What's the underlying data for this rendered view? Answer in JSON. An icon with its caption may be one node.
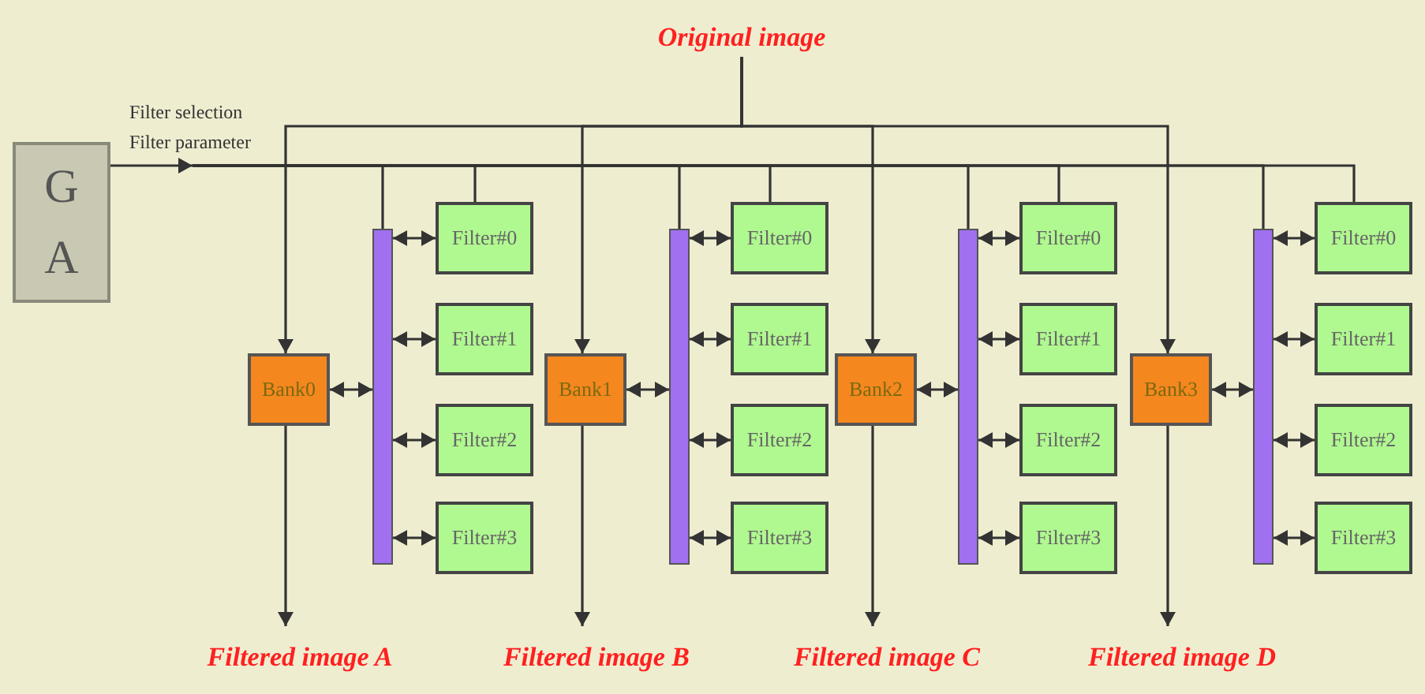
{
  "diagram": {
    "nodes": [
      {
        "text": [
          "Original image"
        ]
      },
      {
        "text": [
          "G A"
        ]
      },
      {
        "text": [
          "Bank0"
        ]
      },
      {
        "text": [],
        "shape": "bar"
      },
      {
        "text": [
          "Filter#0"
        ]
      },
      {
        "text": [
          "Filter#1"
        ]
      },
      {
        "text": [
          "Filter#2"
        ]
      },
      {
        "text": [
          "Filter#3"
        ]
      },
      {
        "text": [
          "Filtered image A"
        ]
      },
      {
        "text": [
          "Bank1"
        ]
      },
      {
        "text": [],
        "shape": "bar"
      },
      {
        "text": [
          "Filter#0"
        ]
      },
      {
        "text": [
          "Filter#1"
        ]
      },
      {
        "text": [
          "Filter#2"
        ]
      },
      {
        "text": [
          "Filter#3"
        ]
      },
      {
        "text": [
          "Filtered image B"
        ]
      },
      {
        "text": [
          "Bank2"
        ]
      },
      {
        "text": [],
        "shape": "bar"
      },
      {
        "text": [
          "Filter#0"
        ]
      },
      {
        "text": [
          "Filter#1"
        ]
      },
      {
        "text": [
          "Filter#2"
        ]
      },
      {
        "text": [
          "Filter#3"
        ]
      },
      {
        "text": [
          "Filtered image C"
        ]
      },
      {
        "text": [
          "Bank3"
        ]
      },
      {
        "text": [],
        "shape": "bar"
      },
      {
        "text": [
          "Filter#0"
        ]
      },
      {
        "text": [
          "Filter#1"
        ]
      },
      {
        "text": [
          "Filter#2"
        ]
      },
      {
        "text": [
          "Filter#3"
        ]
      },
      {
        "text": [
          "Filtered image D"
        ]
      },
      {
        "text": [
          "Filter parameter"
        ]
      }
    ],
    "edges": [
      {
        "from": 0,
        "to": 2,
        "arrow": "to"
      },
      {
        "from": 0,
        "to": 9,
        "arrow": "to"
      },
      {
        "from": 0,
        "to": 16,
        "arrow": "to"
      },
      {
        "from": 0,
        "to": 23,
        "arrow": "to"
      },
      {
        "from": 30,
        "to": 3,
        "arrow": "none"
      },
      {
        "from": 30,
        "to": 4,
        "arrow": "none"
      },
      {
        "from": 30,
        "to": 10,
        "arrow": "none"
      },
      {
        "from": 30,
        "to": 11,
        "arrow": "none"
      },
      {
        "from": 30,
        "to": 17,
        "arrow": "none"
      },
      {
        "from": 30,
        "to": 18,
        "arrow": "none"
      },
      {
        "from": 30,
        "to": 24,
        "arrow": "none"
      },
      {
        "from": 30,
        "to": 25,
        "arrow": "none"
      },
      {
        "from": 1,
        "to": 30,
        "arrow": "to"
      },
      {
        "from": 2,
        "to": 3,
        "arrow": "both"
      },
      {
        "from": 3,
        "to": 4,
        "arrow": "both"
      },
      {
        "from": 3,
        "to": 5,
        "arrow": "both"
      },
      {
        "from": 3,
        "to": 6,
        "arrow": "both"
      },
      {
        "from": 3,
        "to": 7,
        "arrow": "both"
      },
      {
        "from": 2,
        "to": 8,
        "arrow": "to"
      },
      {
        "from": 9,
        "to": 10,
        "arrow": "both"
      },
      {
        "from": 10,
        "to": 11,
        "arrow": "both"
      },
      {
        "from": 10,
        "to": 12,
        "arrow": "both"
      },
      {
        "from": 10,
        "to": 13,
        "arrow": "both"
      },
      {
        "from": 10,
        "to": 14,
        "arrow": "both"
      },
      {
        "from": 9,
        "to": 15,
        "arrow": "to"
      },
      {
        "from": 16,
        "to": 17,
        "arrow": "both"
      },
      {
        "from": 17,
        "to": 18,
        "arrow": "both"
      },
      {
        "from": 17,
        "to": 19,
        "arrow": "both"
      },
      {
        "from": 17,
        "to": 20,
        "arrow": "both"
      },
      {
        "from": 17,
        "to": 21,
        "arrow": "both"
      },
      {
        "from": 16,
        "to": 22,
        "arrow": "to"
      },
      {
        "from": 23,
        "to": 24,
        "arrow": "both"
      },
      {
        "from": 24,
        "to": 25,
        "arrow": "both"
      },
      {
        "from": 24,
        "to": 26,
        "arrow": "both"
      },
      {
        "from": 24,
        "to": 27,
        "arrow": "both"
      },
      {
        "from": 24,
        "to": 28,
        "arrow": "both"
      },
      {
        "from": 23,
        "to": 29,
        "arrow": "to"
      }
    ],
    "labels": [
      "Filter selection"
    ]
  }
}
